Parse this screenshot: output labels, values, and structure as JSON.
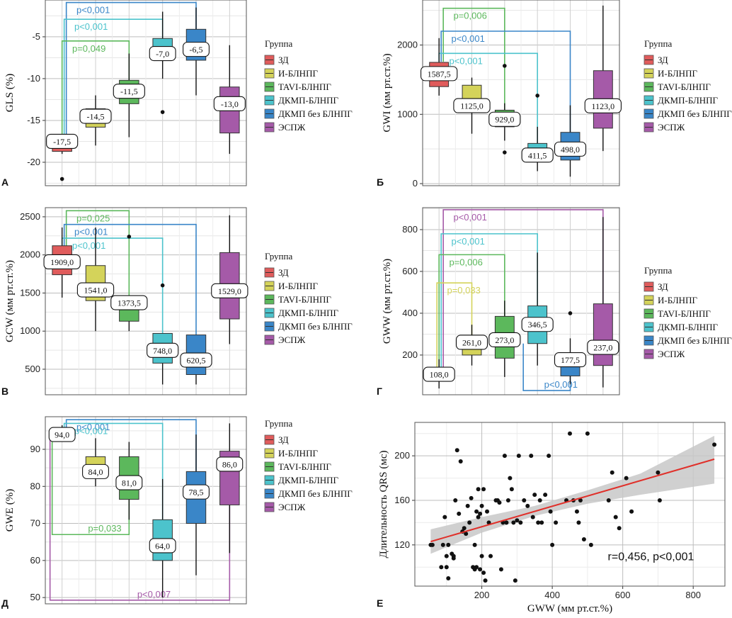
{
  "colors": {
    "groups": [
      "#e05c5c",
      "#d4d35a",
      "#5cb85c",
      "#4cc3cc",
      "#3a86c8",
      "#a55aa8"
    ],
    "legend_fills": [
      "#e05c5c",
      "#d4d35a",
      "#5cb85c",
      "#4cc3cc",
      "#3a86c8",
      "#a55aa8"
    ],
    "bracket_green": "#5cb85c",
    "bracket_cyan": "#4cc3cc",
    "bracket_blue": "#3a86c8",
    "bracket_purple": "#a55aa8",
    "bracket_yellow": "#d4d35a",
    "regression": "#e0302a",
    "ci_band": "#c8c8c8"
  },
  "legend": {
    "title": "Группа",
    "items": [
      "ЗД",
      "И-БЛНПГ",
      "TAVI-БЛНПГ",
      "ДКМП-БЛНПГ",
      "ДКМП без БЛНПГ",
      "ЭСПЖ"
    ]
  },
  "chart_data": [
    {
      "panel": "А",
      "type": "box",
      "ylabel": "GLS (%)",
      "ylim": [
        -22.8,
        -0.6
      ],
      "yticks": [
        -20,
        -15,
        -10,
        -5
      ],
      "ytick_labels": [
        "-20",
        "-15",
        "-10",
        "-5"
      ],
      "boxes": [
        {
          "q1": -18.7,
          "median": -17.5,
          "q3": -17.9,
          "whisk_lo": -19.0,
          "whisk_hi": -17.0,
          "outliers": [
            -22.0
          ],
          "label": "-17,5"
        },
        {
          "q1": -15.8,
          "median": -14.5,
          "q3": -13.6,
          "whisk_lo": -18.0,
          "whisk_hi": -12.0,
          "outliers": [],
          "label": "-14,5"
        },
        {
          "q1": -13.0,
          "median": -11.5,
          "q3": -10.2,
          "whisk_lo": -17.0,
          "whisk_hi": -7.0,
          "outliers": [],
          "label": "-11,5"
        },
        {
          "q1": -7.7,
          "median": -7.0,
          "q3": -5.2,
          "whisk_lo": -10.0,
          "whisk_hi": -2.0,
          "outliers": [
            -14.0
          ],
          "label": "-7,0"
        },
        {
          "q1": -7.8,
          "median": -6.5,
          "q3": -4.1,
          "whisk_lo": -12.0,
          "whisk_hi": -1.5,
          "outliers": [],
          "label": "-6,5"
        },
        {
          "q1": -16.5,
          "median": -13.0,
          "q3": -11.0,
          "whisk_lo": -19.0,
          "whisk_hi": -6.0,
          "outliers": [],
          "label": "-13,0"
        }
      ],
      "brackets": [
        {
          "from": 0,
          "to": 4,
          "y": -0.9,
          "leg_y": -18.0,
          "label": "p<0,001",
          "color": "bracket_blue"
        },
        {
          "from": 0,
          "to": 3,
          "y": -2.9,
          "leg_y": -17.5,
          "label": "p<0,001",
          "color": "bracket_cyan"
        },
        {
          "from": 0,
          "to": 2,
          "y": -5.5,
          "leg_y": -17.0,
          "label": "p=0,049",
          "color": "bracket_green"
        }
      ]
    },
    {
      "panel": "Б",
      "type": "box",
      "ylabel": "GWI (мм рт.ст.%)",
      "ylim": [
        -30,
        2650
      ],
      "yticks": [
        0,
        1000,
        2000
      ],
      "ytick_labels": [
        "0",
        "1000",
        "2000"
      ],
      "boxes": [
        {
          "q1": 1400,
          "median": 1587.5,
          "q3": 1750,
          "whisk_lo": 1270,
          "whisk_hi": 2100,
          "outliers": [],
          "label": "1587,5"
        },
        {
          "q1": 1040,
          "median": 1125.0,
          "q3": 1420,
          "whisk_lo": 720,
          "whisk_hi": 1530,
          "outliers": [],
          "label": "1125,0"
        },
        {
          "q1": 820,
          "median": 929.0,
          "q3": 1060,
          "whisk_lo": 620,
          "whisk_hi": 1160,
          "outliers": [
            1700,
            450
          ],
          "label": "929,0"
        },
        {
          "q1": 480,
          "median": 411.5,
          "q3": 580,
          "whisk_lo": 180,
          "whisk_hi": 820,
          "outliers": [
            1270
          ],
          "label": "411,5"
        },
        {
          "q1": 340,
          "median": 498.0,
          "q3": 740,
          "whisk_lo": 100,
          "whisk_hi": 1130,
          "outliers": [],
          "label": "498,0"
        },
        {
          "q1": 800,
          "median": 1123.0,
          "q3": 1630,
          "whisk_lo": 470,
          "whisk_hi": 2570,
          "outliers": [],
          "label": "1123,0"
        }
      ],
      "brackets": [
        {
          "from": 0,
          "to": 2,
          "y": 2530,
          "leg_y": 1760,
          "label": "p=0,006",
          "color": "bracket_green"
        },
        {
          "from": 0,
          "to": 4,
          "y": 2200,
          "leg_y": 1760,
          "label": "p<0,001",
          "color": "bracket_blue"
        },
        {
          "from": 0,
          "to": 3,
          "y": 1880,
          "leg_y": 1760,
          "label": "p<0,001",
          "color": "bracket_cyan"
        }
      ]
    },
    {
      "panel": "В",
      "type": "box",
      "ylabel": "GCW (мм рт.ст.%)",
      "ylim": [
        165,
        2620
      ],
      "yticks": [
        500,
        1000,
        1500,
        2000,
        2500
      ],
      "ytick_labels": [
        "500",
        "1000",
        "1500",
        "2000",
        "2500"
      ],
      "boxes": [
        {
          "q1": 1740,
          "median": 1909.0,
          "q3": 2120,
          "whisk_lo": 1440,
          "whisk_hi": 2360,
          "outliers": [],
          "label": "1909,0"
        },
        {
          "q1": 1400,
          "median": 1541.0,
          "q3": 1860,
          "whisk_lo": 1000,
          "whisk_hi": 2360,
          "outliers": [],
          "label": "1541,0"
        },
        {
          "q1": 1130,
          "median": 1373.5,
          "q3": 1410,
          "whisk_lo": 1000,
          "whisk_hi": 1410,
          "outliers": [
            2240
          ],
          "label": "1373,5"
        },
        {
          "q1": 580,
          "median": 748.0,
          "q3": 970,
          "whisk_lo": 300,
          "whisk_hi": 970,
          "outliers": [
            1600
          ],
          "label": "748,0"
        },
        {
          "q1": 430,
          "median": 620.5,
          "q3": 950,
          "whisk_lo": 300,
          "whisk_hi": 950,
          "outliers": [],
          "label": "620,5"
        },
        {
          "q1": 1160,
          "median": 1529.0,
          "q3": 2030,
          "whisk_lo": 830,
          "whisk_hi": 2520,
          "outliers": [],
          "label": "1529,0"
        }
      ],
      "brackets": [
        {
          "from": 0,
          "to": 2,
          "y": 2580,
          "leg_y": 2120,
          "label": "p=0,025",
          "color": "bracket_green"
        },
        {
          "from": 0,
          "to": 4,
          "y": 2400,
          "leg_y": 2120,
          "label": "p<0,001",
          "color": "bracket_blue"
        },
        {
          "from": 0,
          "to": 3,
          "y": 2220,
          "leg_y": 2120,
          "label": "p<0,001",
          "color": "bracket_cyan"
        }
      ]
    },
    {
      "panel": "Г",
      "type": "box",
      "ylabel": "GWW (мм рт.ст.%)",
      "ylim": [
        10,
        905
      ],
      "yticks": [
        200,
        400,
        600,
        800
      ],
      "ytick_labels": [
        "200",
        "400",
        "600",
        "800"
      ],
      "boxes": [
        {
          "q1": 80,
          "median": 108.0,
          "q3": 130,
          "whisk_lo": 40,
          "whisk_hi": 180,
          "outliers": [],
          "label": "108,0"
        },
        {
          "q1": 200,
          "median": 261.0,
          "q3": 255,
          "whisk_lo": 150,
          "whisk_hi": 345,
          "outliers": [],
          "label": "261,0"
        },
        {
          "q1": 185,
          "median": 273.0,
          "q3": 385,
          "whisk_lo": 95,
          "whisk_hi": 460,
          "outliers": [],
          "label": "273,0"
        },
        {
          "q1": 255,
          "median": 346.5,
          "q3": 435,
          "whisk_lo": 150,
          "whisk_hi": 690,
          "outliers": [],
          "label": "346,5"
        },
        {
          "q1": 100,
          "median": 177.5,
          "q3": 150,
          "whisk_lo": 60,
          "whisk_hi": 280,
          "outliers": [
            400
          ],
          "label": "177,5"
        },
        {
          "q1": 150,
          "median": 237.0,
          "q3": 445,
          "whisk_lo": 45,
          "whisk_hi": 860,
          "outliers": [],
          "label": "237,0"
        }
      ],
      "brackets": [
        {
          "from": 0,
          "to": 5,
          "y": 895,
          "leg_y": 130,
          "label": "p<0,001",
          "color": "bracket_purple"
        },
        {
          "from": 0,
          "to": 3,
          "y": 780,
          "leg_y": 130,
          "label": "p<0,001",
          "color": "bracket_cyan"
        },
        {
          "from": 0,
          "to": 2,
          "y": 680,
          "leg_y": 130,
          "label": "p=0,006",
          "color": "bracket_green"
        },
        {
          "from": 0,
          "to": 1,
          "y": 545,
          "leg_y": 130,
          "label": "p=0,033",
          "color": "bracket_yellow"
        },
        {
          "from": 3,
          "to": 4,
          "y": 30,
          "leg_y": 255,
          "label": "p<0,001",
          "color": "bracket_blue",
          "below": true
        }
      ]
    },
    {
      "panel": "Д",
      "type": "box",
      "ylabel": "GWE (%)",
      "ylim": [
        48.3,
        98.8
      ],
      "yticks": [
        50,
        60,
        70,
        80,
        90
      ],
      "ytick_labels": [
        "50",
        "60",
        "70",
        "80",
        "90"
      ],
      "boxes": [
        {
          "q1": 93.0,
          "median": 94.0,
          "q3": 95.5,
          "whisk_lo": 92.5,
          "whisk_hi": 96.5,
          "outliers": [],
          "label": "94,0"
        },
        {
          "q1": 82.5,
          "median": 84.0,
          "q3": 88.0,
          "whisk_lo": 80.0,
          "whisk_hi": 93.0,
          "outliers": [],
          "label": "84,0"
        },
        {
          "q1": 76.5,
          "median": 81.0,
          "q3": 88.0,
          "whisk_lo": 71.0,
          "whisk_hi": 92.0,
          "outliers": [],
          "label": "81,0"
        },
        {
          "q1": 60.0,
          "median": 64.0,
          "q3": 71.0,
          "whisk_lo": 50.0,
          "whisk_hi": 82.0,
          "outliers": [],
          "label": "64,0"
        },
        {
          "q1": 70.0,
          "median": 78.5,
          "q3": 84.0,
          "whisk_lo": 56.0,
          "whisk_hi": 94.0,
          "outliers": [],
          "label": "78,5"
        },
        {
          "q1": 75.0,
          "median": 86.0,
          "q3": 89.5,
          "whisk_lo": 62.0,
          "whisk_hi": 97.0,
          "outliers": [],
          "label": "86,0"
        }
      ],
      "brackets": [
        {
          "from": 0,
          "to": 4,
          "y": 98.0,
          "leg_y": 95.0,
          "label": "p<0,001",
          "color": "bracket_blue"
        },
        {
          "from": 0,
          "to": 3,
          "y": 97.0,
          "leg_y": 94.5,
          "label": "p<0,001",
          "color": "bracket_cyan"
        },
        {
          "from": 0,
          "to": 2,
          "y": 67.0,
          "leg_y": 93.0,
          "label": "p=0,033",
          "color": "bracket_green",
          "below": true
        },
        {
          "from": 0,
          "to": 5,
          "y": 49.3,
          "leg_y": 93.0,
          "label": "p<0,007",
          "color": "bracket_purple",
          "below": true
        }
      ]
    },
    {
      "panel": "Е",
      "type": "scatter",
      "xlabel": "GWW (мм рт.ст.%)",
      "ylabel": "Длительность QRS (мс)",
      "xlim": [
        10,
        890
      ],
      "ylim": [
        83,
        230
      ],
      "xticks": [
        200,
        400,
        600,
        800
      ],
      "xtick_labels": [
        "200",
        "400",
        "600",
        "800"
      ],
      "yticks": [
        120,
        160,
        200
      ],
      "ytick_labels": [
        "120",
        "160",
        "200"
      ],
      "annotation": "r=0,456, p<0,001",
      "regression": {
        "x0": 55,
        "y0": 123,
        "x1": 860,
        "y1": 197
      },
      "ci": {
        "x": [
          55,
          200,
          350,
          500,
          650,
          860
        ],
        "lo": [
          112,
          131,
          146,
          157,
          165,
          175
        ],
        "hi": [
          134,
          145,
          155,
          169,
          184,
          218
        ]
      },
      "points": [
        [
          55,
          120
        ],
        [
          60,
          120
        ],
        [
          85,
          100
        ],
        [
          90,
          120
        ],
        [
          95,
          145
        ],
        [
          100,
          110
        ],
        [
          100,
          100
        ],
        [
          105,
          90
        ],
        [
          105,
          120
        ],
        [
          115,
          112
        ],
        [
          120,
          108
        ],
        [
          120,
          110
        ],
        [
          125,
          160
        ],
        [
          130,
          205
        ],
        [
          135,
          148
        ],
        [
          140,
          195
        ],
        [
          145,
          132
        ],
        [
          150,
          135
        ],
        [
          155,
          130
        ],
        [
          160,
          155
        ],
        [
          165,
          140
        ],
        [
          170,
          162
        ],
        [
          175,
          100
        ],
        [
          180,
          98
        ],
        [
          180,
          120
        ],
        [
          185,
          100
        ],
        [
          185,
          150
        ],
        [
          190,
          170
        ],
        [
          190,
          145
        ],
        [
          195,
          98
        ],
        [
          195,
          148
        ],
        [
          200,
          110
        ],
        [
          200,
          155
        ],
        [
          205,
          170
        ],
        [
          205,
          95
        ],
        [
          210,
          88
        ],
        [
          215,
          150
        ],
        [
          220,
          140
        ],
        [
          225,
          110
        ],
        [
          240,
          160
        ],
        [
          245,
          160
        ],
        [
          250,
          158
        ],
        [
          255,
          98
        ],
        [
          260,
          140
        ],
        [
          265,
          200
        ],
        [
          270,
          140
        ],
        [
          275,
          160
        ],
        [
          280,
          180
        ],
        [
          285,
          170
        ],
        [
          290,
          140
        ],
        [
          295,
          88
        ],
        [
          300,
          142
        ],
        [
          305,
          200
        ],
        [
          310,
          140
        ],
        [
          320,
          160
        ],
        [
          330,
          155
        ],
        [
          340,
          200
        ],
        [
          345,
          145
        ],
        [
          350,
          165
        ],
        [
          360,
          140
        ],
        [
          365,
          160
        ],
        [
          370,
          140
        ],
        [
          380,
          165
        ],
        [
          390,
          200
        ],
        [
          395,
          150
        ],
        [
          400,
          120
        ],
        [
          410,
          140
        ],
        [
          440,
          160
        ],
        [
          450,
          220
        ],
        [
          460,
          160
        ],
        [
          470,
          150
        ],
        [
          475,
          140
        ],
        [
          480,
          160
        ],
        [
          490,
          125
        ],
        [
          500,
          220
        ],
        [
          510,
          120
        ],
        [
          560,
          160
        ],
        [
          570,
          185
        ],
        [
          580,
          145
        ],
        [
          590,
          135
        ],
        [
          610,
          180
        ],
        [
          625,
          150
        ],
        [
          700,
          185
        ],
        [
          705,
          160
        ],
        [
          860,
          210
        ]
      ]
    }
  ]
}
